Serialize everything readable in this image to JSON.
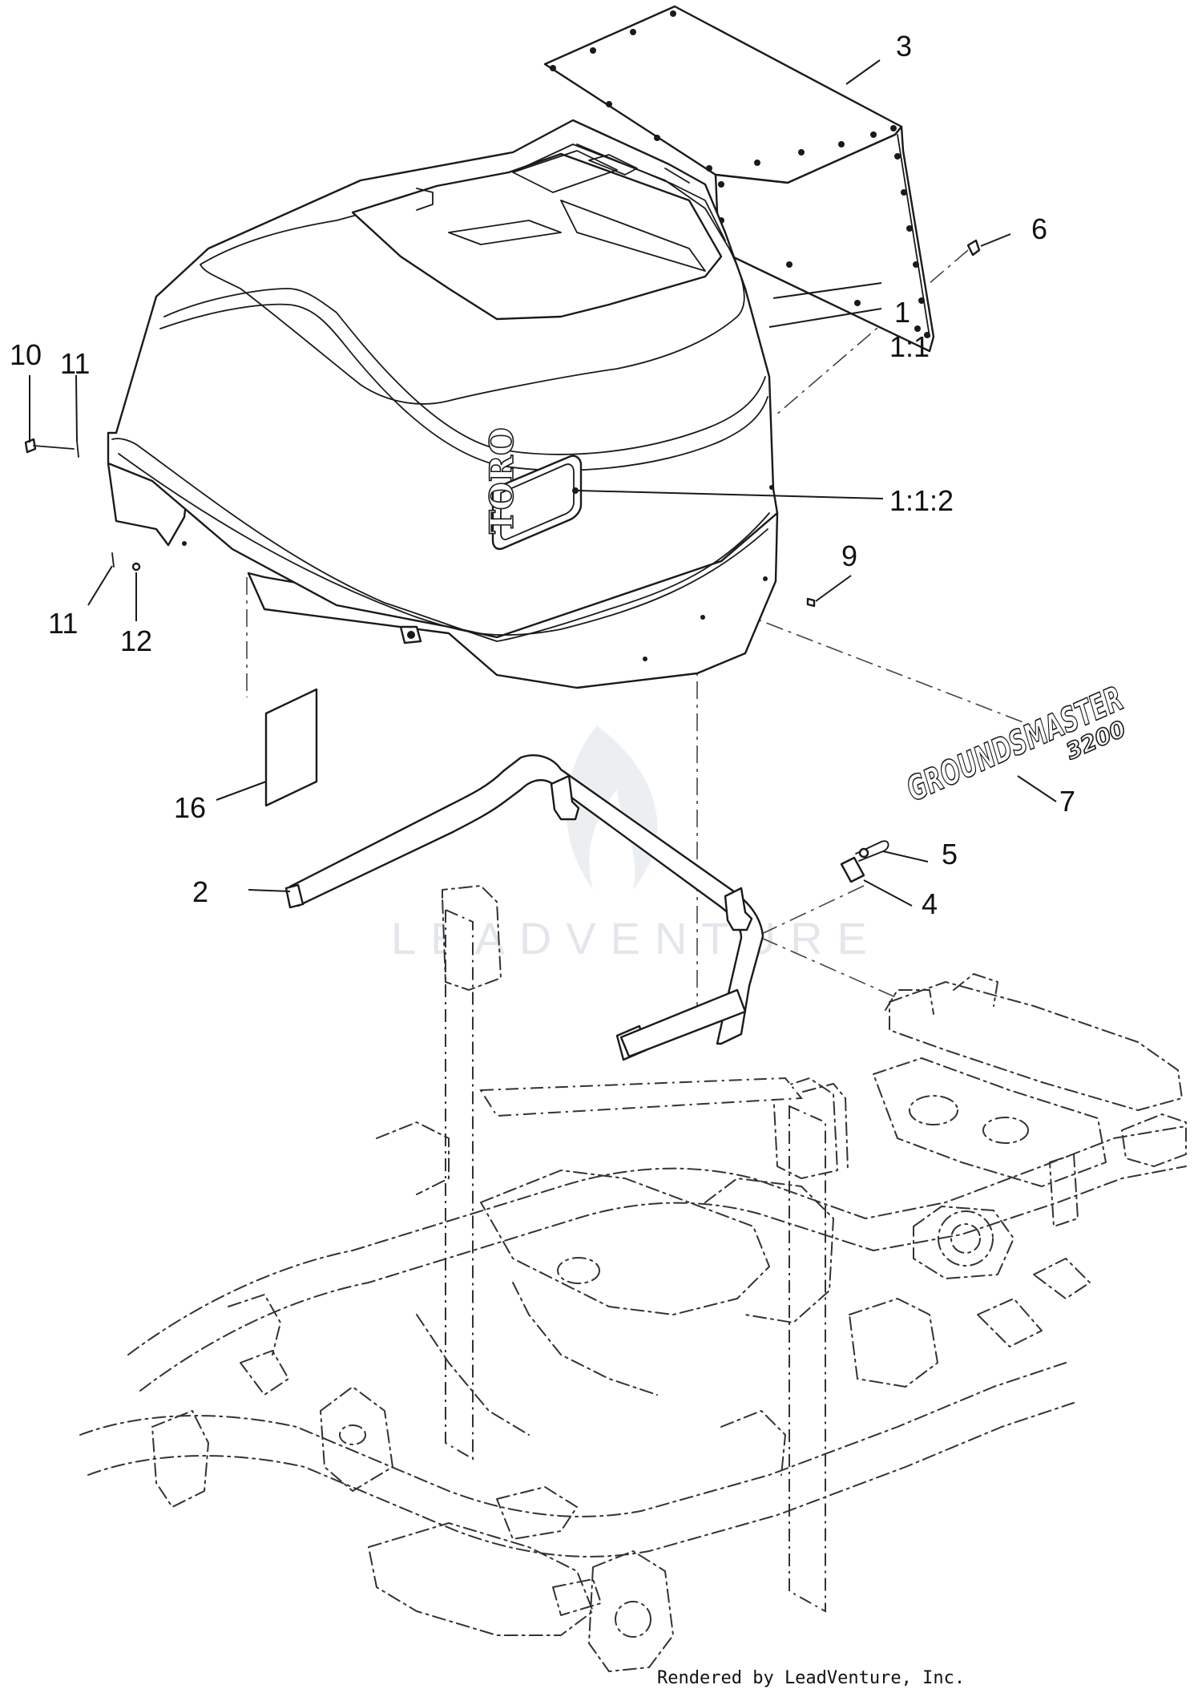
{
  "callouts": {
    "c1": "1",
    "c1_1": "1:1",
    "c1_1_2": "1:1:2",
    "c2": "2",
    "c3": "3",
    "c4": "4",
    "c5": "5",
    "c6": "6",
    "c7": "7",
    "c9": "9",
    "c10": "10",
    "c11a": "11",
    "c11b": "11",
    "c12": "12",
    "c16": "16"
  },
  "decals": {
    "brand_logo": "TORO",
    "model_line1": "GROUNDSMASTER",
    "model_line2": "3200"
  },
  "watermark": {
    "text": "LEADVENTURE"
  },
  "footer": {
    "credit": "Rendered by LeadVenture, Inc."
  }
}
